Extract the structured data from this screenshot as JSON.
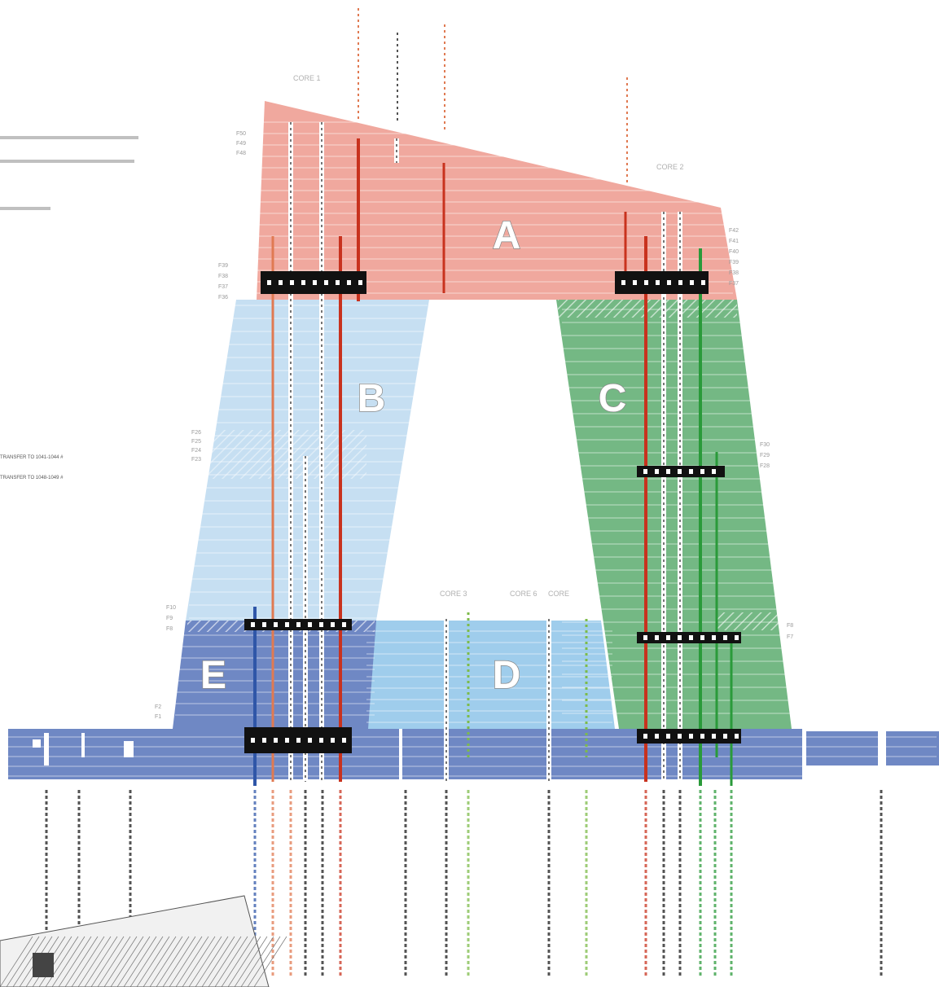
{
  "colors": {
    "block_a": "#f0a89e",
    "block_b": "#c6dff2",
    "block_c": "#74b884",
    "block_d": "#9fcdec",
    "block_e": "#6f88c4",
    "base": "#6f88c4",
    "line_red": "#c8321e",
    "line_orange": "#e07a52",
    "line_green": "#2a9a3a",
    "line_blue": "#2f56a8",
    "line_black": "#1a1a1a",
    "transfer": "#111111"
  },
  "blocks": [
    {
      "id": "A",
      "label": "A"
    },
    {
      "id": "B",
      "label": "B"
    },
    {
      "id": "C",
      "label": "C"
    },
    {
      "id": "D",
      "label": "D"
    },
    {
      "id": "E",
      "label": "E"
    }
  ],
  "core_labels": [
    "CORE 1",
    "CORE 2",
    "CORE 3",
    "CORE 6",
    "CORE"
  ],
  "floor_labels": {
    "a_left": [
      "F50",
      "F49",
      "F48"
    ],
    "a_left_low": [
      "F39",
      "F38",
      "F37",
      "F36"
    ],
    "a_right": [
      "F42",
      "F41",
      "F40",
      "F39",
      "F38",
      "F37"
    ],
    "b_mid": [
      "F26",
      "F25",
      "F24",
      "F23"
    ],
    "c_mid": [
      "F30",
      "F29",
      "F28"
    ],
    "e_top": [
      "F10",
      "F9",
      "F8"
    ],
    "e_low": [
      "F2",
      "F1"
    ],
    "c_low": [
      "F8",
      "F7"
    ]
  },
  "notes": [
    "TRANSFER TO 1041-1044 #",
    "TRANSFER TO 1048-1049 #"
  ],
  "icons": [
    "building-photo-icon"
  ]
}
